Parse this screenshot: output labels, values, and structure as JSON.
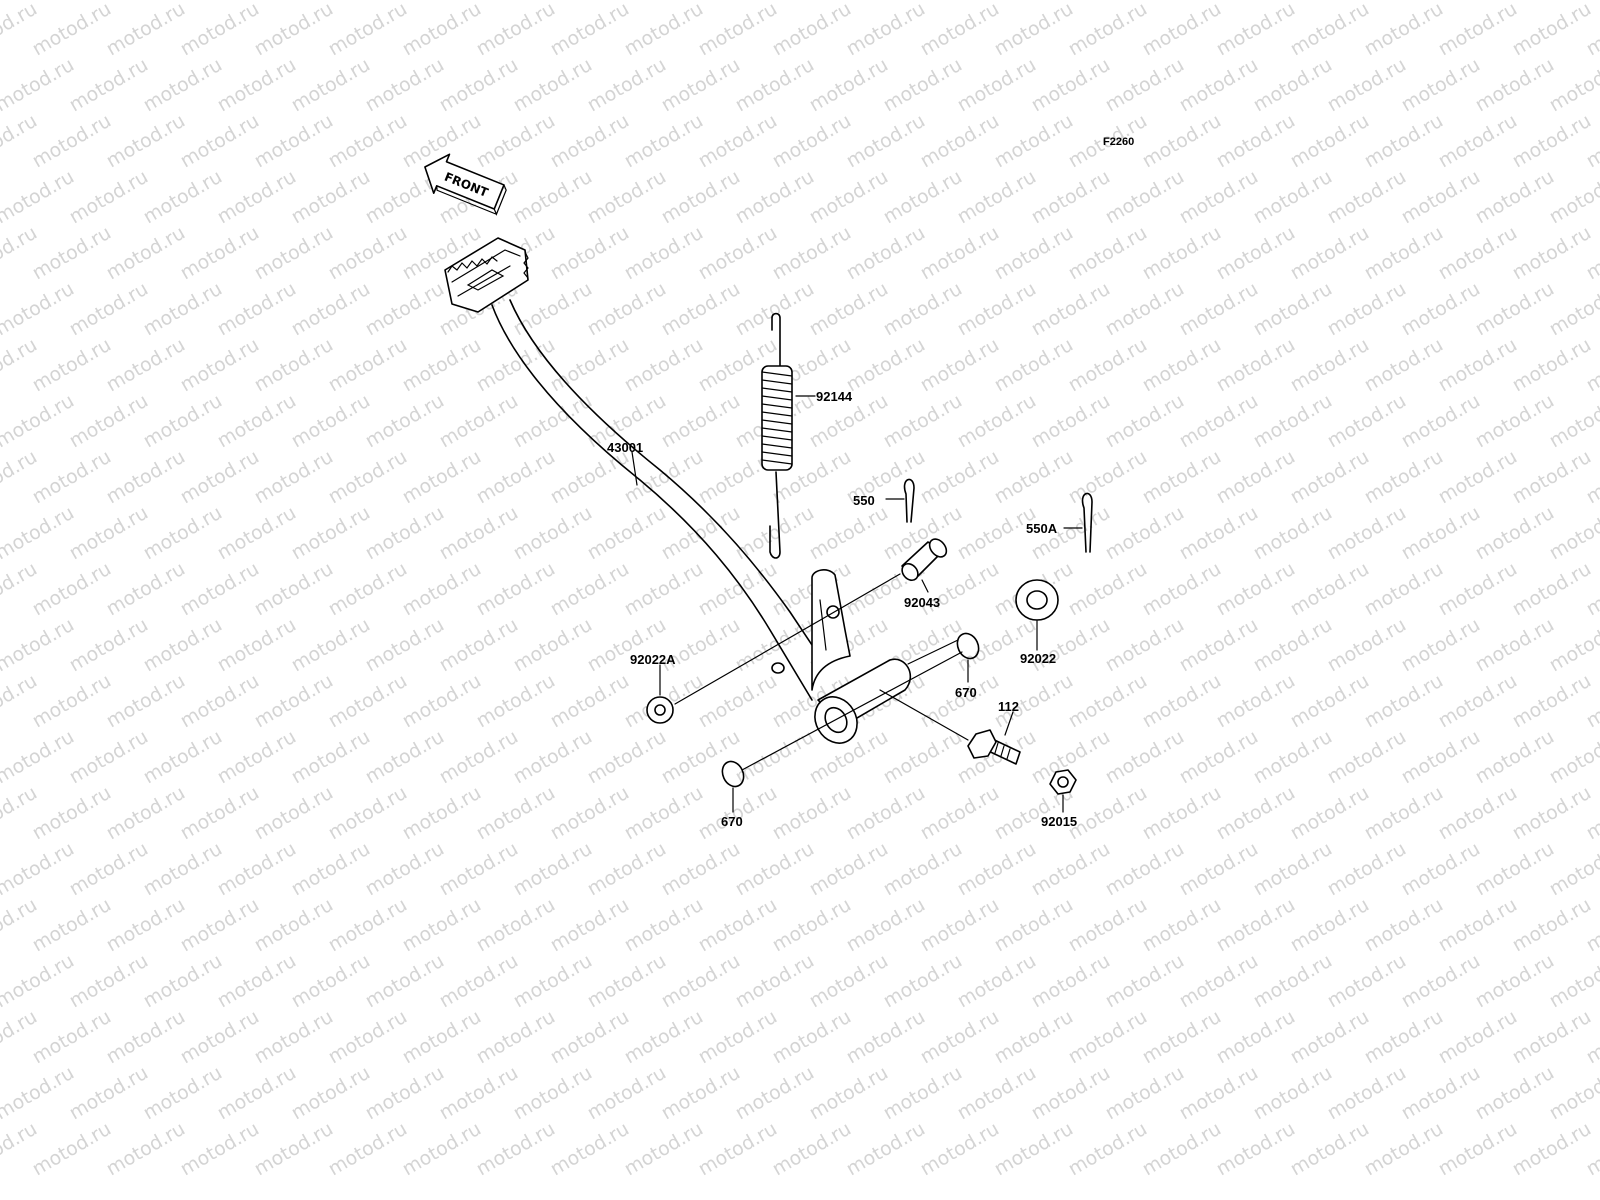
{
  "diagram": {
    "code": "F2260",
    "front_label": "FRONT",
    "watermark": "motod.ru",
    "parts": [
      {
        "id": "43001",
        "name": "brake-pedal"
      },
      {
        "id": "92144",
        "name": "return-spring"
      },
      {
        "id": "550",
        "name": "cotter-pin"
      },
      {
        "id": "550A",
        "name": "cotter-pin-a"
      },
      {
        "id": "92043",
        "name": "clevis-pin"
      },
      {
        "id": "92022",
        "name": "washer"
      },
      {
        "id": "92022A",
        "name": "washer-a"
      },
      {
        "id": "670",
        "name": "o-ring-upper"
      },
      {
        "id": "670",
        "name": "o-ring-lower"
      },
      {
        "id": "112",
        "name": "bolt"
      },
      {
        "id": "92015",
        "name": "nut"
      }
    ]
  }
}
